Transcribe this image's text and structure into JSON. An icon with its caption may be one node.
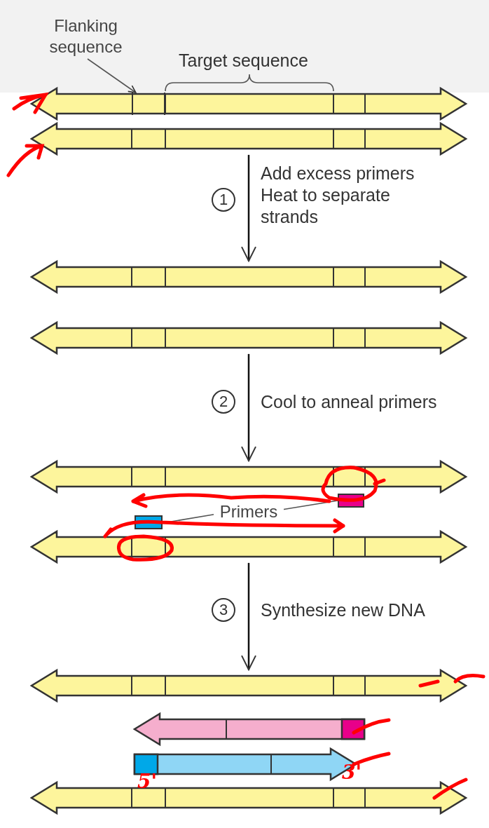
{
  "diagram": {
    "nodes": [
      {
        "text": [
          "Flanking sequence"
        ]
      },
      {
        "text": [],
        "shape": "bar"
      },
      {
        "text": [],
        "shape": "bar",
        "in": 1
      },
      {
        "text": [],
        "shape": "bar"
      },
      {
        "text": [],
        "shape": "bar"
      },
      {
        "text": [],
        "shape": "bar"
      },
      {
        "text": [],
        "shape": "bar"
      },
      {
        "text": [
          "Primers"
        ]
      },
      {
        "text": [],
        "shape": "bar"
      },
      {
        "text": [],
        "shape": "bar"
      },
      {
        "text": [],
        "shape": "bar"
      },
      {
        "text": [],
        "shape": "bar"
      },
      {
        "text": [],
        "shape": "bar"
      },
      {
        "text": [],
        "shape": "bar"
      },
      {
        "text": [],
        "shape": "bar"
      }
    ],
    "edges": [
      {
        "from": 0,
        "to": 2,
        "arrow": "to"
      },
      {
        "from": 7,
        "to": 9,
        "arrow": "none"
      },
      {
        "from": 7,
        "to": 8,
        "arrow": "none"
      },
      {
        "from": 3,
        "to": 4,
        "arrow": "to"
      },
      {
        "from": 5,
        "to": 6,
        "arrow": "to"
      },
      {
        "from": 10,
        "to": 11,
        "arrow": "to"
      }
    ],
    "labels": [
      "Target sequence",
      "1",
      "Add excess primers Heat to separate strands",
      "2",
      "Cool to anneal primers",
      "3",
      "Synthesize new DNA",
      "5'",
      "3'"
    ]
  }
}
